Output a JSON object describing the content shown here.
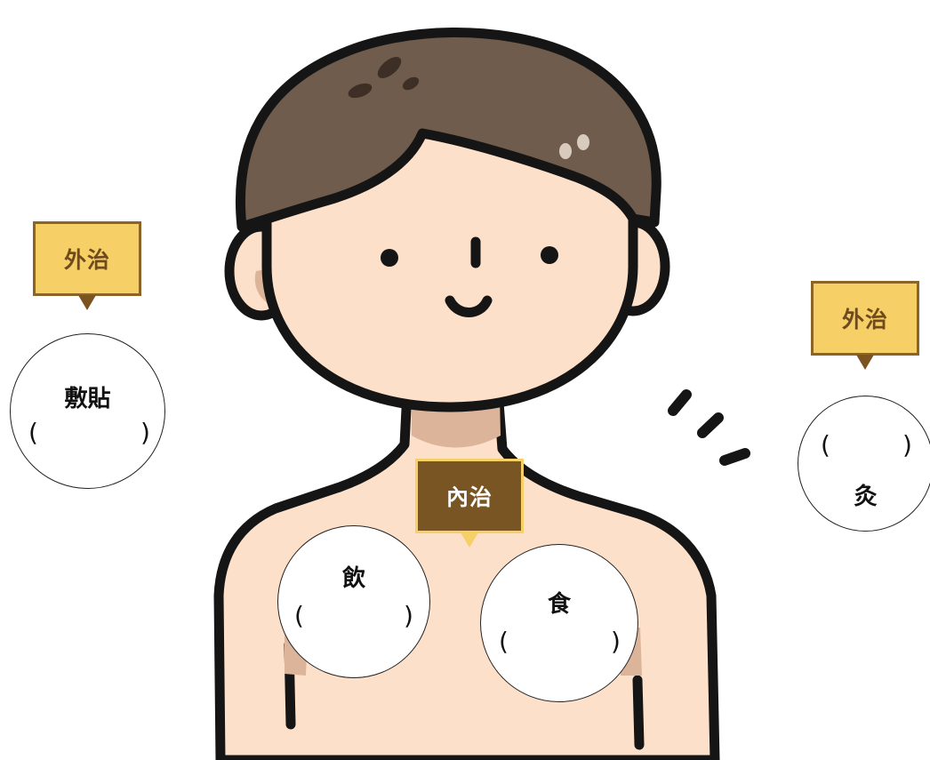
{
  "colors": {
    "skin": "#fde0c9",
    "shadow": "#dcb49a",
    "hair": "#6f5c4c",
    "outline": "#151515",
    "tag_gold": "#f6cf66",
    "tag_brown": "#7a5524"
  },
  "icons": [
    "person-illustration",
    "motion-lines"
  ],
  "labels": {
    "outer_left": "外治",
    "outer_right": "外治",
    "inner": "內治"
  },
  "bubbles": {
    "fu_tie": {
      "word": "敷貼",
      "open": "(",
      "close": ")"
    },
    "jiu": {
      "word": "灸",
      "open": "(",
      "close": ")"
    },
    "yin": {
      "word": "飲",
      "open": "(",
      "close": ")"
    },
    "shi": {
      "word": "食",
      "open": "(",
      "close": ")"
    }
  }
}
